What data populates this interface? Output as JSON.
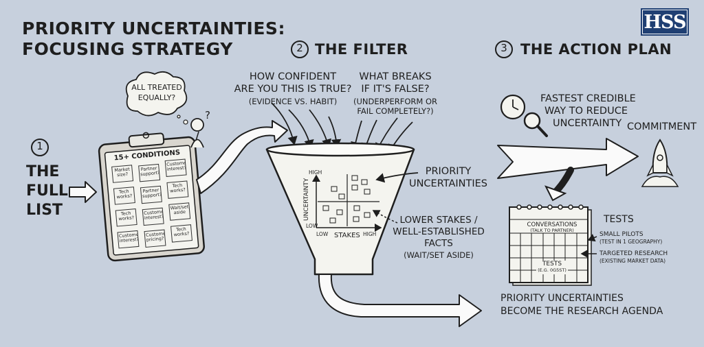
{
  "title": {
    "line1": "PRIORITY UNCERTAINTIES:",
    "line2": "FOCUSING STRATEGY"
  },
  "logo": "HSS",
  "step1": {
    "number": "1",
    "title_lines": [
      "THE",
      "FULL",
      "LIST"
    ]
  },
  "step2": {
    "number": "2",
    "title": "THE FILTER"
  },
  "step3": {
    "number": "3",
    "title": "THE ACTION PLAN"
  },
  "thought_bubble": {
    "line1": "ALL TREATED",
    "line2": "EQUALLY?"
  },
  "clipboard": {
    "heading": "15+ CONDITIONS",
    "notes": [
      "Market size?",
      "Partner support?",
      "Customer interest?",
      "Tech works?",
      "Partner support?",
      "Tech works?",
      "Tech works?",
      "Customer interest?",
      "Wait/set aside",
      "Customer interest?",
      "Customer pricing?",
      "Tech works?"
    ]
  },
  "questions": {
    "q1": {
      "line1": "HOW CONFIDENT",
      "line2": "ARE YOU THIS IS TRUE?",
      "line3": "(EVIDENCE VS. HABIT)"
    },
    "q2": {
      "line1": "WHAT BREAKS",
      "line2": "IF IT'S FALSE?",
      "line3": "(UNDERPERFORM OR",
      "line4": "FAIL COMPLETELY?)"
    }
  },
  "matrix": {
    "y_label": "UNCERTAINTY",
    "x_label": "STAKES",
    "high": "HIGH",
    "low": "LOW",
    "x_high": "HIGH"
  },
  "priority_label": {
    "line1": "PRIORITY",
    "line2": "UNCERTAINTIES"
  },
  "lower_stakes": {
    "line1": "LOWER STAKES /",
    "line2": "WELL-ESTABLISHED",
    "line3": "FACTS",
    "line4": "(WAIT/SET ASIDE)"
  },
  "fastest": {
    "line1": "FASTEST CREDIBLE",
    "line2": "WAY TO REDUCE",
    "line3": "UNCERTAINTY"
  },
  "commitment": "COMMITMENT",
  "calendar": {
    "conversations": "CONVERSATIONS",
    "conversations_sub": "(TALK TO PARTNER)",
    "tests": "TESTS",
    "tests_sub": "(E.G. 0G5ST)"
  },
  "tests_panel": {
    "heading": "TESTS",
    "item1": "SMALL PILOTS",
    "item1_sub": "(TEST IN 1 GEOGRAPHY)",
    "item2": "TARGETED RESEARCH",
    "item2_sub": "(EXISTING MARKET DATA)"
  },
  "agenda": {
    "line1": "PRIORITY UNCERTAINTIES",
    "line2": "BECOME THE RESEARCH AGENDA"
  },
  "colors": {
    "background": "#c7d0dd",
    "ink": "#1e1e1e",
    "paper": "#f3f3ee",
    "logo": "#1f3f73"
  }
}
